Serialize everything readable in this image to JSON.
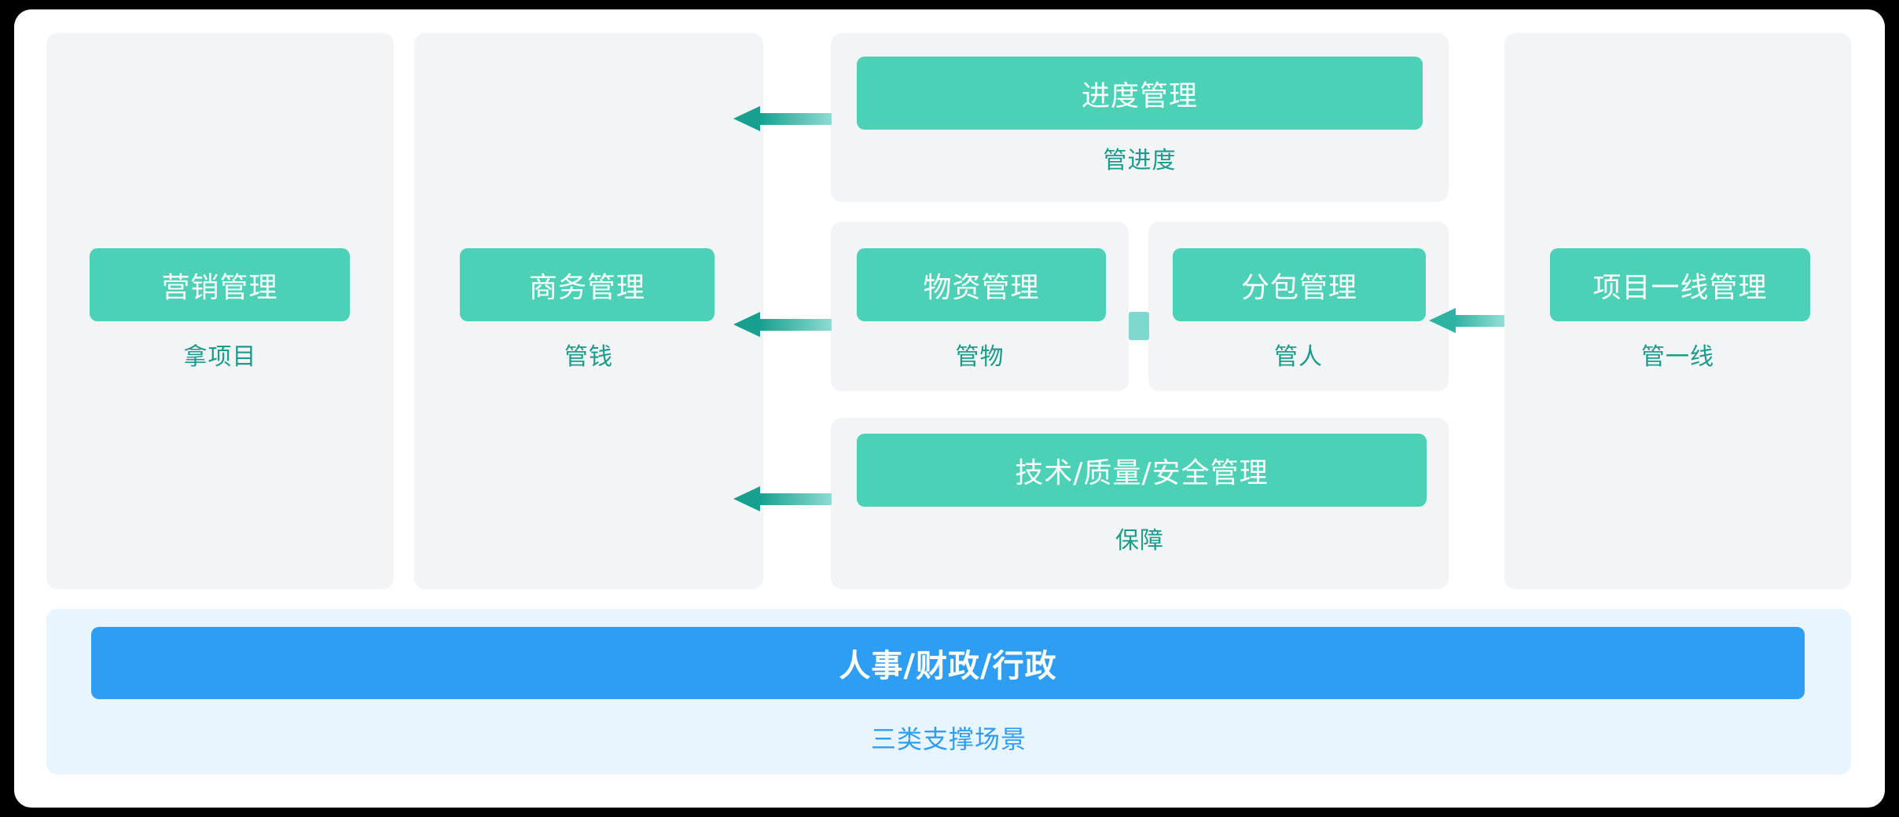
{
  "colors": {
    "page_bg": "#000000",
    "surface": "#ffffff",
    "panel_bg": "#f3f4f6",
    "teal": "#4cd1b6",
    "teal_dark": "#1b9c8a",
    "blue": "#2e9ef5",
    "blue_panel_bg": "#e8f4fe",
    "arrow_head": "#17a08f",
    "arrow_tail": "#8edbd2",
    "arrow_head_light": "#2eb3a3",
    "arrow_tail_light": "#95ded4",
    "connector": "#7ed8cc"
  },
  "cards": {
    "marketing": {
      "title": "营销管理",
      "subtitle": "拿项目"
    },
    "business": {
      "title": "商务管理",
      "subtitle": "管钱"
    },
    "schedule": {
      "title": "进度管理",
      "subtitle": "管进度"
    },
    "materials": {
      "title": "物资管理",
      "subtitle": "管物"
    },
    "subcontract": {
      "title": "分包管理",
      "subtitle": "管人"
    },
    "tech": {
      "title": "技术/质量/安全管理",
      "subtitle": "保障"
    },
    "frontline": {
      "title": "项目一线管理",
      "subtitle": "管一线"
    },
    "support": {
      "title": "人事/财政/行政",
      "subtitle": "三类支撑场景"
    }
  },
  "icons": {
    "arrow_left": "◀",
    "connector": "▮"
  }
}
